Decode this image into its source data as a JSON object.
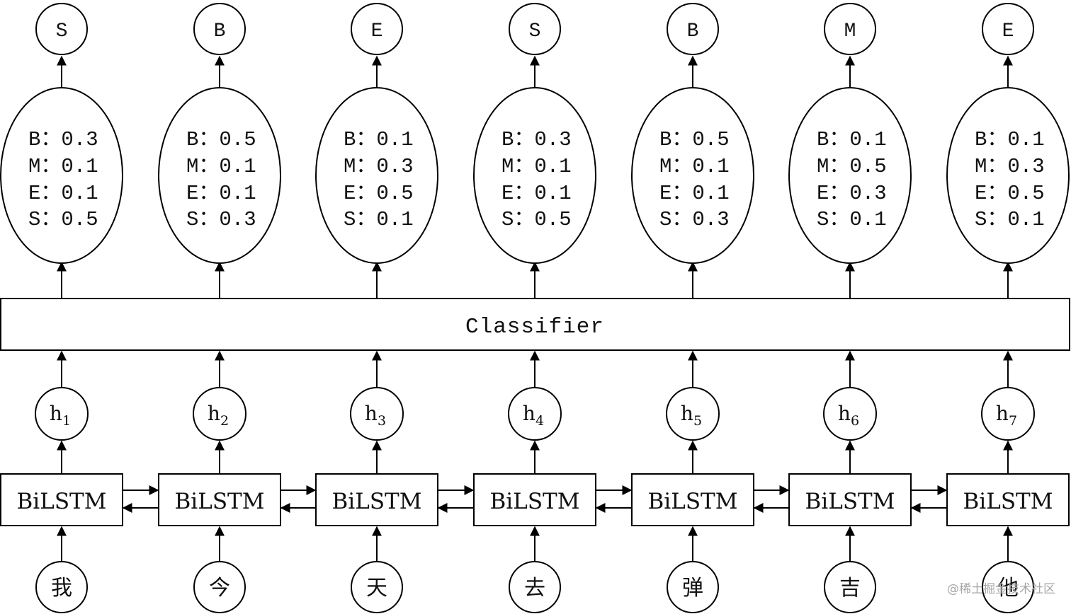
{
  "classifier_label": "Classifier",
  "watermark": "@稀土掘金技术社区",
  "colors": {
    "highlight": "#e8261c",
    "stroke": "#000000",
    "text": "#111111"
  },
  "columns": [
    {
      "input": "我",
      "encoder": "BiLSTM",
      "hidden": "h",
      "hidden_sub": "1",
      "probs": [
        {
          "label": "B：",
          "value": "0.3",
          "highlight": false
        },
        {
          "label": "M：",
          "value": "0.1",
          "highlight": false
        },
        {
          "label": "E：",
          "value": "0.1",
          "highlight": false
        },
        {
          "label": "S：",
          "value": "0.5",
          "highlight": true
        }
      ],
      "output": "S"
    },
    {
      "input": "今",
      "encoder": "BiLSTM",
      "hidden": "h",
      "hidden_sub": "2",
      "probs": [
        {
          "label": "B：",
          "value": "0.5",
          "highlight": true
        },
        {
          "label": "M：",
          "value": "0.1",
          "highlight": false
        },
        {
          "label": "E：",
          "value": "0.1",
          "highlight": false
        },
        {
          "label": "S：",
          "value": "0.3",
          "highlight": false
        }
      ],
      "output": "B"
    },
    {
      "input": "天",
      "encoder": "BiLSTM",
      "hidden": "h",
      "hidden_sub": "3",
      "probs": [
        {
          "label": "B：",
          "value": "0.1",
          "highlight": false
        },
        {
          "label": "M：",
          "value": "0.3",
          "highlight": false
        },
        {
          "label": "E：",
          "value": "0.5",
          "highlight": true
        },
        {
          "label": "S：",
          "value": "0.1",
          "highlight": false
        }
      ],
      "output": "E"
    },
    {
      "input": "去",
      "encoder": "BiLSTM",
      "hidden": "h",
      "hidden_sub": "4",
      "probs": [
        {
          "label": "B：",
          "value": "0.3",
          "highlight": false
        },
        {
          "label": "M：",
          "value": "0.1",
          "highlight": false
        },
        {
          "label": "E：",
          "value": "0.1",
          "highlight": false
        },
        {
          "label": "S：",
          "value": "0.5",
          "highlight": true
        }
      ],
      "output": "S"
    },
    {
      "input": "弹",
      "encoder": "BiLSTM",
      "hidden": "h",
      "hidden_sub": "5",
      "probs": [
        {
          "label": "B：",
          "value": "0.5",
          "highlight": true
        },
        {
          "label": "M：",
          "value": "0.1",
          "highlight": false
        },
        {
          "label": "E：",
          "value": "0.1",
          "highlight": false
        },
        {
          "label": "S：",
          "value": "0.3",
          "highlight": false
        }
      ],
      "output": "B"
    },
    {
      "input": "吉",
      "encoder": "BiLSTM",
      "hidden": "h",
      "hidden_sub": "6",
      "probs": [
        {
          "label": "B：",
          "value": "0.1",
          "highlight": false
        },
        {
          "label": "M：",
          "value": "0.5",
          "highlight": true
        },
        {
          "label": "E：",
          "value": "0.3",
          "highlight": false
        },
        {
          "label": "S：",
          "value": "0.1",
          "highlight": false
        }
      ],
      "output": "M"
    },
    {
      "input": "他",
      "encoder": "BiLSTM",
      "hidden": "h",
      "hidden_sub": "7",
      "probs": [
        {
          "label": "B：",
          "value": "0.1",
          "highlight": false
        },
        {
          "label": "M：",
          "value": "0.3",
          "highlight": false
        },
        {
          "label": "E：",
          "value": "0.5",
          "highlight": true
        },
        {
          "label": "S：",
          "value": "0.1",
          "highlight": false
        }
      ],
      "output": "E"
    }
  ]
}
